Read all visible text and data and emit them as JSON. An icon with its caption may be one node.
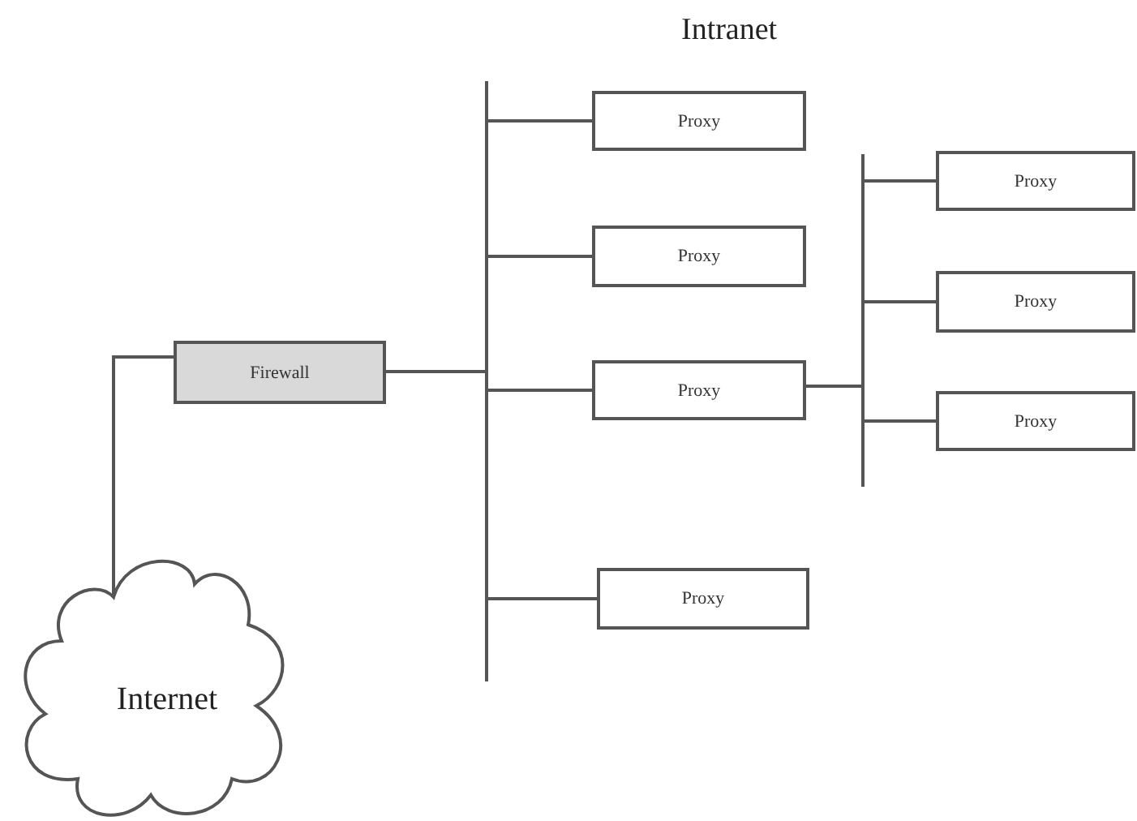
{
  "diagram": {
    "nodes": [
      {
        "text": [
          "Firewall"
        ]
      },
      {
        "text": [
          "Proxy"
        ]
      },
      {
        "text": [
          "Proxy"
        ]
      },
      {
        "text": [
          "Proxy"
        ]
      },
      {
        "text": [
          "Proxy"
        ]
      },
      {
        "text": [
          "Proxy"
        ]
      },
      {
        "text": [
          "Proxy"
        ]
      },
      {
        "text": [
          "Proxy"
        ]
      },
      {
        "text": [
          "Internet"
        ]
      }
    ],
    "edges": [
      {
        "from": 8,
        "to": 0,
        "arrow": "none"
      },
      {
        "from": 0,
        "to": 1,
        "arrow": "none"
      },
      {
        "from": 0,
        "to": 2,
        "arrow": "none"
      },
      {
        "from": 0,
        "to": 3,
        "arrow": "none"
      },
      {
        "from": 0,
        "to": 4,
        "arrow": "none"
      },
      {
        "from": 3,
        "to": 5,
        "arrow": "none"
      },
      {
        "from": 3,
        "to": 6,
        "arrow": "none"
      },
      {
        "from": 3,
        "to": 7,
        "arrow": "none"
      }
    ],
    "labels": [
      "Intranet"
    ]
  }
}
